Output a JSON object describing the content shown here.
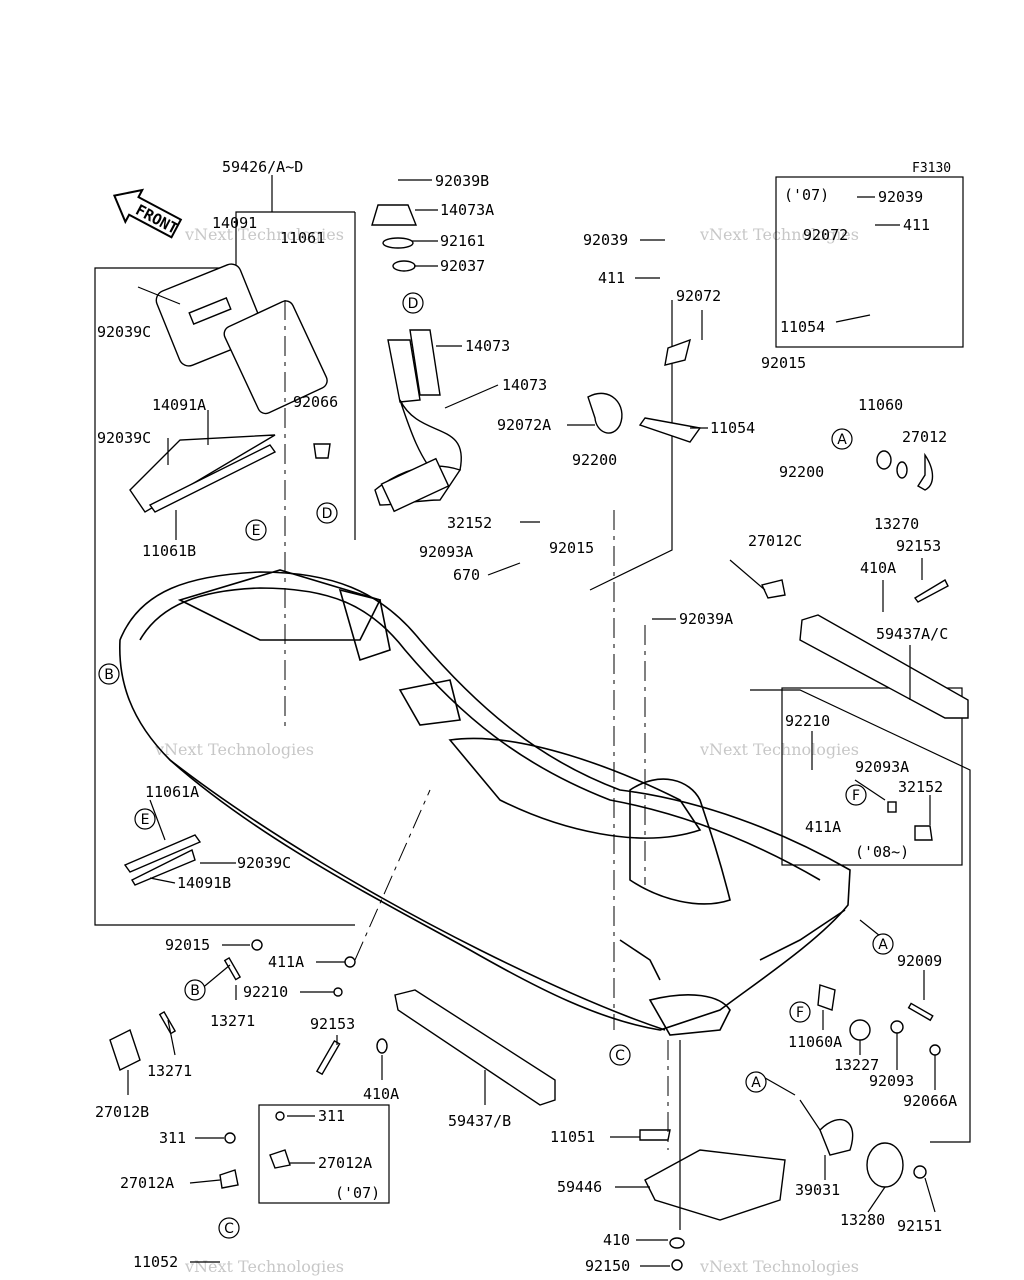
{
  "figure_code": "F3130",
  "front_label": "FRONT",
  "watermark": "vNext Technologies",
  "variant_07": "('07)",
  "variant_08": "('08~)",
  "parts": [
    {
      "id": "p1",
      "text": "59426/A~D"
    },
    {
      "id": "p2",
      "text": "14091"
    },
    {
      "id": "p3",
      "text": "11061"
    },
    {
      "id": "p4",
      "text": "92039C"
    },
    {
      "id": "p5",
      "text": "14091A"
    },
    {
      "id": "p6",
      "text": "92039C"
    },
    {
      "id": "p7",
      "text": "11061B"
    },
    {
      "id": "p8",
      "text": "92066"
    },
    {
      "id": "p9",
      "text": "92039B"
    },
    {
      "id": "p10",
      "text": "14073A"
    },
    {
      "id": "p11",
      "text": "92161"
    },
    {
      "id": "p12",
      "text": "92037"
    },
    {
      "id": "p13",
      "text": "14073"
    },
    {
      "id": "p14",
      "text": "14073"
    },
    {
      "id": "p15",
      "text": "92039"
    },
    {
      "id": "p16",
      "text": "411"
    },
    {
      "id": "p17",
      "text": "92072"
    },
    {
      "id": "p18",
      "text": "92072A"
    },
    {
      "id": "p19",
      "text": "11054"
    },
    {
      "id": "p20",
      "text": "92039"
    },
    {
      "id": "p21",
      "text": "411"
    },
    {
      "id": "p22",
      "text": "92072"
    },
    {
      "id": "p23",
      "text": "11054"
    },
    {
      "id": "p24",
      "text": "92015"
    },
    {
      "id": "p25",
      "text": "11060"
    },
    {
      "id": "p26",
      "text": "27012"
    },
    {
      "id": "p27",
      "text": "92200"
    },
    {
      "id": "p28",
      "text": "13270"
    },
    {
      "id": "p29",
      "text": "92200"
    },
    {
      "id": "p30",
      "text": "32152"
    },
    {
      "id": "p31",
      "text": "92015"
    },
    {
      "id": "p32",
      "text": "92093A"
    },
    {
      "id": "p33",
      "text": "670"
    },
    {
      "id": "p34",
      "text": "27012C"
    },
    {
      "id": "p35",
      "text": "92153"
    },
    {
      "id": "p36",
      "text": "410A"
    },
    {
      "id": "p37",
      "text": "92039A"
    },
    {
      "id": "p38",
      "text": "59437A/C"
    },
    {
      "id": "p39",
      "text": "92210"
    },
    {
      "id": "p40",
      "text": "92093A"
    },
    {
      "id": "p41",
      "text": "32152"
    },
    {
      "id": "p42",
      "text": "411A"
    },
    {
      "id": "p43",
      "text": "11061A"
    },
    {
      "id": "p44",
      "text": "92039C"
    },
    {
      "id": "p45",
      "text": "14091B"
    },
    {
      "id": "p46",
      "text": "92015"
    },
    {
      "id": "p47",
      "text": "411A"
    },
    {
      "id": "p48",
      "text": "92210"
    },
    {
      "id": "p49",
      "text": "13271"
    },
    {
      "id": "p50",
      "text": "13271"
    },
    {
      "id": "p51",
      "text": "27012B"
    },
    {
      "id": "p52",
      "text": "92153"
    },
    {
      "id": "p53",
      "text": "410A"
    },
    {
      "id": "p54",
      "text": "59437/B"
    },
    {
      "id": "p55",
      "text": "311"
    },
    {
      "id": "p56",
      "text": "27012A"
    },
    {
      "id": "p57",
      "text": "311"
    },
    {
      "id": "p58",
      "text": "27012A"
    },
    {
      "id": "p59",
      "text": "11052"
    },
    {
      "id": "p60",
      "text": "92009"
    },
    {
      "id": "p61",
      "text": "11060A"
    },
    {
      "id": "p62",
      "text": "13227"
    },
    {
      "id": "p63",
      "text": "92093"
    },
    {
      "id": "p64",
      "text": "92066A"
    },
    {
      "id": "p65",
      "text": "11051"
    },
    {
      "id": "p66",
      "text": "59446"
    },
    {
      "id": "p67",
      "text": "39031"
    },
    {
      "id": "p68",
      "text": "13280"
    },
    {
      "id": "p69",
      "text": "92151"
    },
    {
      "id": "p70",
      "text": "410"
    },
    {
      "id": "p71",
      "text": "92150"
    }
  ],
  "callouts": [
    {
      "id": "c1",
      "text": "D"
    },
    {
      "id": "c2",
      "text": "E"
    },
    {
      "id": "c3",
      "text": "D"
    },
    {
      "id": "c4",
      "text": "B"
    },
    {
      "id": "c5",
      "text": "A"
    },
    {
      "id": "c6",
      "text": "E"
    },
    {
      "id": "c7",
      "text": "F"
    },
    {
      "id": "c8",
      "text": "A"
    },
    {
      "id": "c9",
      "text": "B"
    },
    {
      "id": "c10",
      "text": "C"
    },
    {
      "id": "c11",
      "text": "F"
    },
    {
      "id": "c12",
      "text": "A"
    },
    {
      "id": "c13",
      "text": "C"
    }
  ]
}
